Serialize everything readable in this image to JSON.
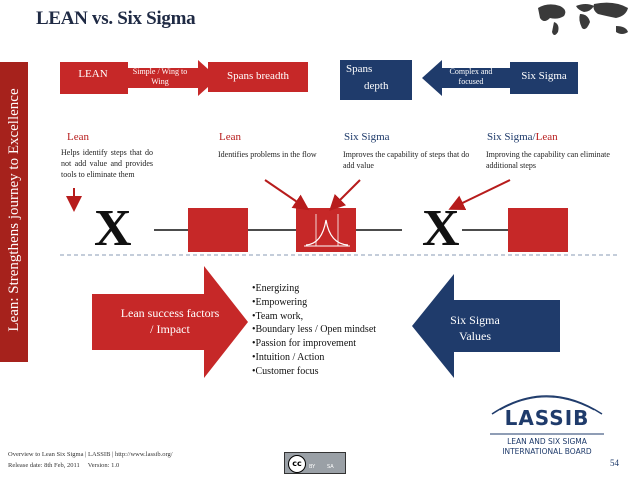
{
  "title": "LEAN vs. Six Sigma",
  "side_banner": "Lean: Strengthens journey to Excellence",
  "top_row": {
    "lean_label": "LEAN",
    "arrow_left_label": "Simple / Wing to Wing",
    "spans_breadth": "Spans breadth",
    "spans_depth_line1": "Spans",
    "spans_depth_line2": "depth",
    "arrow_right_label": "Complex and focused",
    "six_sigma_label": "Six Sigma"
  },
  "columns": [
    {
      "header": "Lean",
      "desc": "Helps identify steps that do not add value and provides tools to eliminate them"
    },
    {
      "header": "Lean",
      "desc": "Identifies problems in the flow"
    },
    {
      "header": "Six Sigma",
      "desc": "Improves the capability of steps that do add value"
    },
    {
      "header_a": "Six Sigma",
      "header_sep": "/",
      "header_b": "Lean",
      "desc": "Improving the capability can eliminate additional steps"
    }
  ],
  "x_mark": "X",
  "lean_success": "Lean success factors / Impact",
  "six_sigma_values": "Six Sigma Values",
  "bullets": [
    "•Energizing",
    "•Empowering",
    "•Team work,",
    "•Boundary less / Open mindset",
    "•Passion for improvement",
    "•Intuition / Action",
    "•Customer focus"
  ],
  "footer": {
    "line1": "Overview to Lean Six Sigma | LASSIB | http://www.lassib.org/",
    "line2": "Release date: 8th Feb, 2011     Version: 1.0"
  },
  "logo": {
    "name": "LASSIB",
    "line1": "LEAN AND SIX SIGMA",
    "line2": "INTERNATIONAL BOARD"
  },
  "cc_badge": {
    "cc": "cc",
    "by": "BY",
    "sa": "SA"
  },
  "page_number": "54",
  "colors": {
    "red": "#c62828",
    "navy": "#1f3b6b",
    "banner": "#a6221c"
  }
}
